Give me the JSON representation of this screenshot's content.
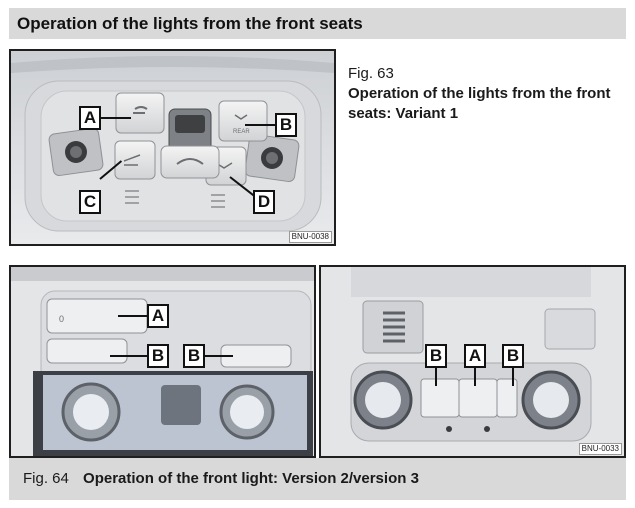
{
  "header": {
    "title": "Operation of the lights from the front seats"
  },
  "fig63": {
    "number": "Fig. 63",
    "title": "Operation of the lights from the front seats: Variant 1",
    "code": "BNU-0038",
    "callouts": [
      "A",
      "B",
      "C",
      "D"
    ],
    "switch_rear_label": "REAR"
  },
  "fig64": {
    "number": "Fig. 64",
    "title": "Operation of the front light: Version 2/version 3",
    "code": "BNU-0033",
    "left_callouts": [
      "A",
      "B",
      "B"
    ],
    "right_callouts": [
      "B",
      "A",
      "B"
    ],
    "switch_zero": "0"
  }
}
